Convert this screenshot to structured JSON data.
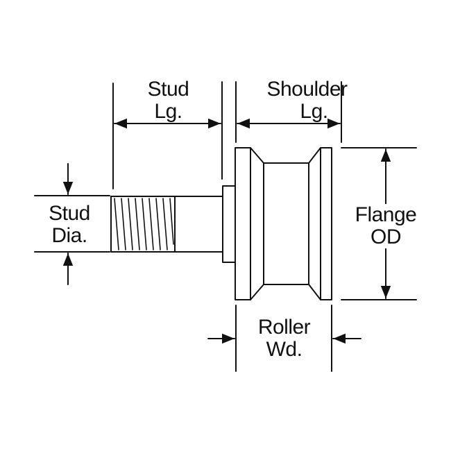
{
  "labels": {
    "stud_lg": [
      "Stud",
      "Lg."
    ],
    "shoulder_lg": [
      "Shoulder",
      "Lg."
    ],
    "stud_dia": [
      "Stud",
      "Dia."
    ],
    "flange_od": [
      "Flange",
      "OD"
    ],
    "roller_wd": [
      "Roller",
      "Wd."
    ]
  },
  "colors": {
    "line": "#111111",
    "fill": "#ffffff"
  }
}
